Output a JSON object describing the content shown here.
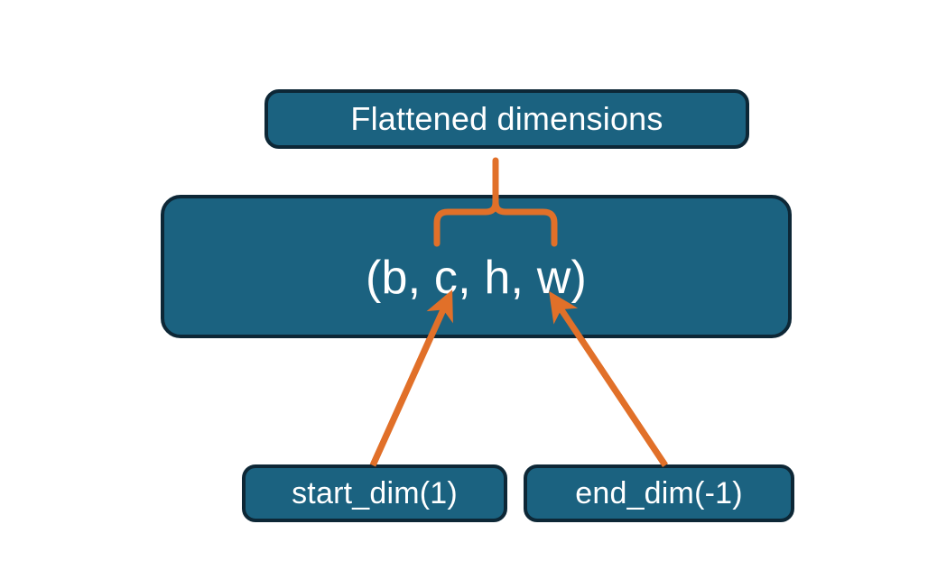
{
  "diagram": {
    "title": "Flatten dimensions diagram",
    "background_color": "#ffffff",
    "node_fill_color": "#1b6280",
    "node_border_color": "#0d2736",
    "node_text_color": "#ffffff",
    "connector_color": "#e17029"
  },
  "nodes": {
    "flattened": {
      "label": "Flattened dimensions"
    },
    "shape": {
      "label": "(b, c, h, w)"
    },
    "start_dim": {
      "label": "start_dim(1)"
    },
    "end_dim": {
      "label": "end_dim(-1)"
    }
  },
  "connectors": {
    "brace": {
      "name": "curly-brace-up",
      "spans_tokens": "c, h, w",
      "points_to": "flattened"
    },
    "arrow_start_dim": {
      "name": "arrow-up-right",
      "from": "start_dim",
      "to": "shape"
    },
    "arrow_end_dim": {
      "name": "arrow-up-left",
      "from": "end_dim",
      "to": "shape"
    }
  }
}
